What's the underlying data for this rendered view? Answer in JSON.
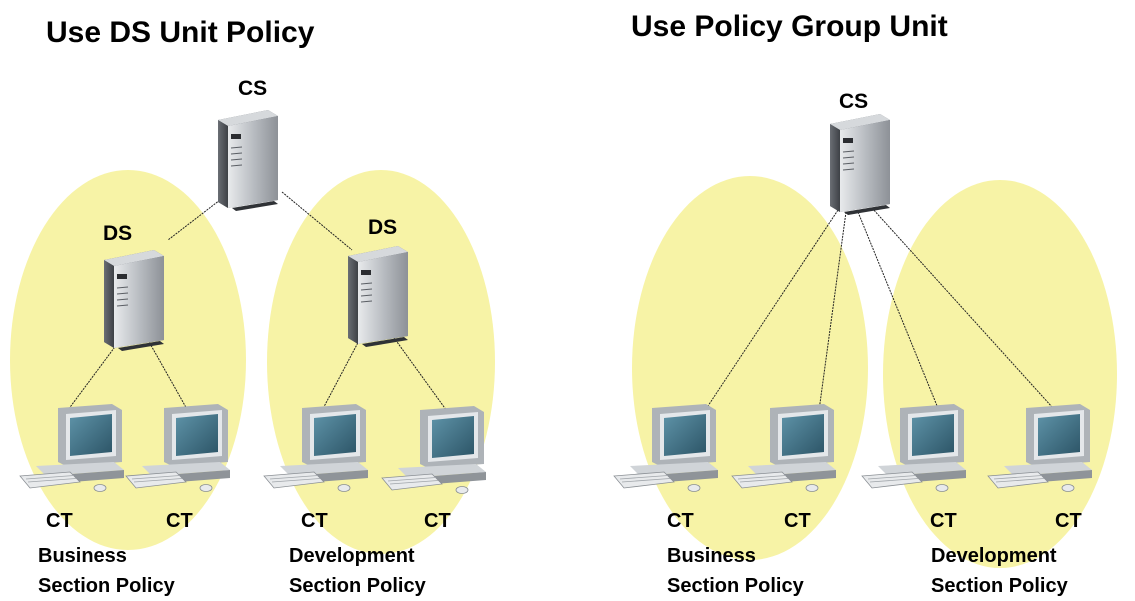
{
  "diagrams": [
    {
      "title": "Use DS Unit Policy",
      "cs_label": "CS",
      "ds_labels": [
        "DS",
        "DS"
      ],
      "ct_labels": [
        "CT",
        "CT",
        "CT",
        "CT"
      ],
      "policies": [
        {
          "line1": "Business",
          "line2": "Section Policy"
        },
        {
          "line1": "Development",
          "line2": "Section Policy"
        }
      ]
    },
    {
      "title": "Use Policy Group Unit",
      "cs_label": "CS",
      "ct_labels": [
        "CT",
        "CT",
        "CT",
        "CT"
      ],
      "policies": [
        {
          "line1": "Business",
          "line2": "Section Policy"
        },
        {
          "line1": "Development",
          "line2": "Section Policy"
        }
      ]
    }
  ],
  "colors": {
    "zone": "#f7f3a6",
    "server_light": "#c9ccd0",
    "server_dark": "#5a5e64",
    "screen": "#3d6f86"
  },
  "icons": [
    "server-icon",
    "computer-icon"
  ]
}
